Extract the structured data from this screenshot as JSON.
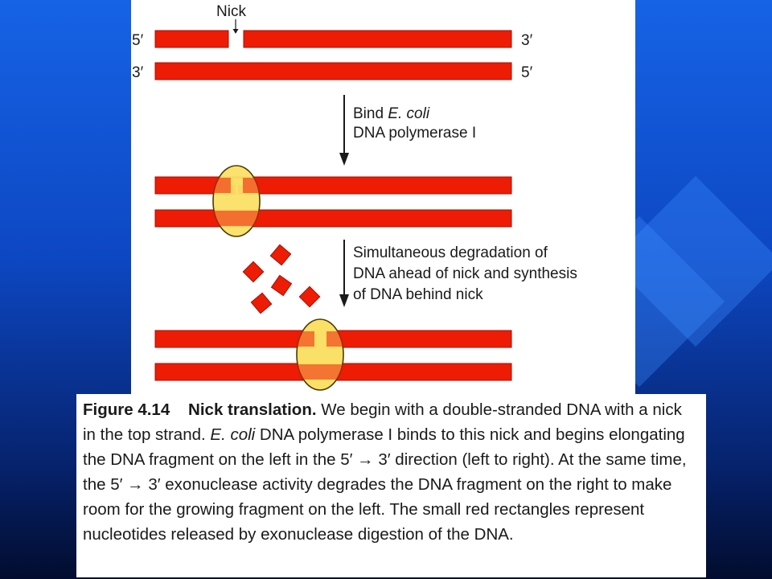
{
  "colors": {
    "dna_strand": "#ee1c05",
    "polymerase": "#fbe067",
    "background_top": "#1663e6",
    "background_bottom": "#020c2e"
  },
  "diagram": {
    "nick_label": "Nick",
    "end_labels": {
      "top_left": "5′",
      "top_right": "3′",
      "bottom_left": "3′",
      "bottom_right": "5′"
    },
    "step1": {
      "line1_prefix": "Bind ",
      "line1_italic": "E. coli",
      "line2": "DNA polymerase I"
    },
    "step2": {
      "line1": "Simultaneous degradation of",
      "line2": "DNA ahead of nick and synthesis",
      "line3": "of DNA behind nick"
    },
    "released_nucleotides": 5
  },
  "caption": {
    "figure_label": "Figure 4.14",
    "title": "Nick translation.",
    "part1": " We begin with a double-stranded DNA with a nick in the top strand. ",
    "italic": "E. coli",
    "part2": " DNA polymerase I binds to this nick and begins elongating the DNA fragment on the left in the 5′ → 3′ direction (left to right). At the same time, the 5′ → 3′ exonuclease activity degrades the DNA fragment on the right to make room for the growing fragment on the left. The small red rectangles represent nucleotides released by exonuclease digestion of the DNA."
  }
}
